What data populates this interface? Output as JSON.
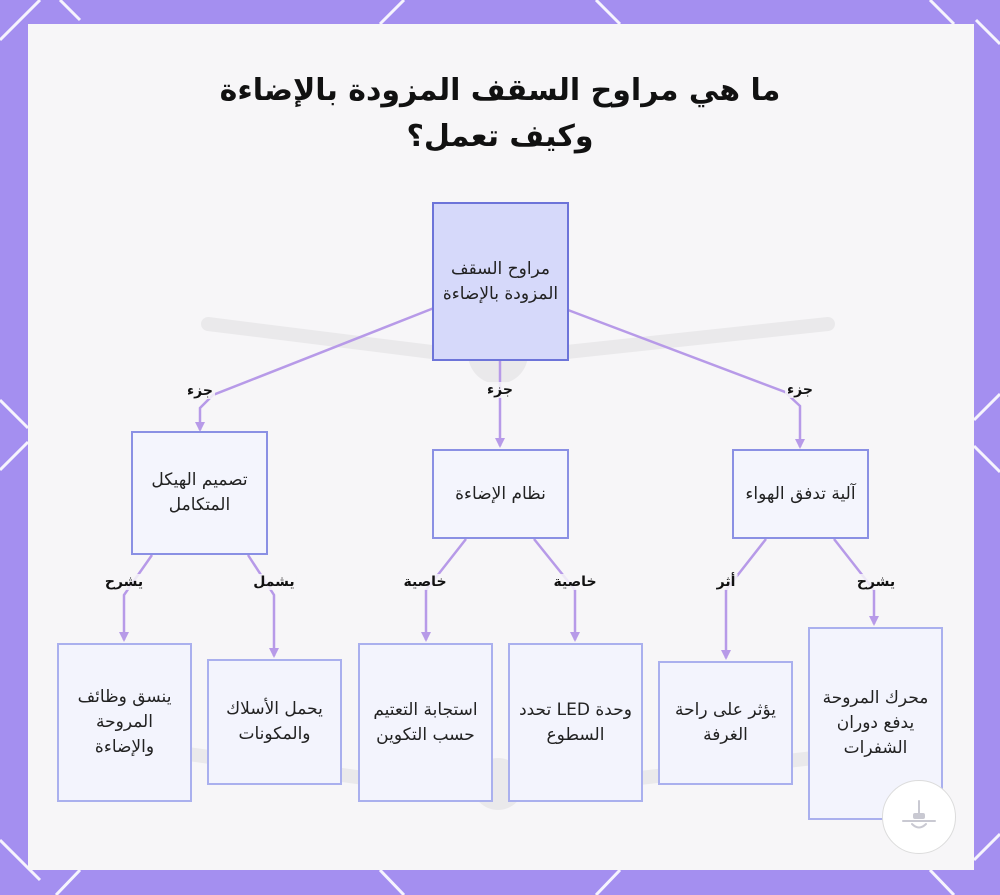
{
  "title": "ما هي مراوح السقف المزودة بالإضاءة وكيف تعمل؟",
  "colors": {
    "border": "#a48ff0",
    "background": "#f7f6f8",
    "node_fill": "#eef0fd",
    "root_fill": "#d6d9fa",
    "node_stroke": "#8f95e6",
    "edge": "#b79ae8"
  },
  "nodes": {
    "root": "مراوح السقف المزودة بالإضاءة",
    "structure": "تصميم الهيكل المتكامل",
    "lighting": "نظام الإضاءة",
    "airflow": "آلية تدفق الهواء",
    "coordinates": "ينسق وظائف المروحة والإضاءة",
    "wires": "يحمل الأسلاك والمكونات",
    "dimming": "استجابة التعتيم حسب التكوين",
    "led": "وحدة LED تحدد السطوع",
    "comfort": "يؤثر على راحة الغرفة",
    "motor": "محرك المروحة يدفع دوران الشفرات"
  },
  "edge_labels": {
    "part_1": "جزء",
    "part_2": "جزء",
    "part_3": "جزء",
    "explains_1": "يشرح",
    "includes": "يشمل",
    "property_1": "خاصية",
    "property_2": "خاصية",
    "affects": "أثر",
    "explains_2": "يشرح"
  },
  "logo_icon": "ceiling-fan-logo-icon"
}
